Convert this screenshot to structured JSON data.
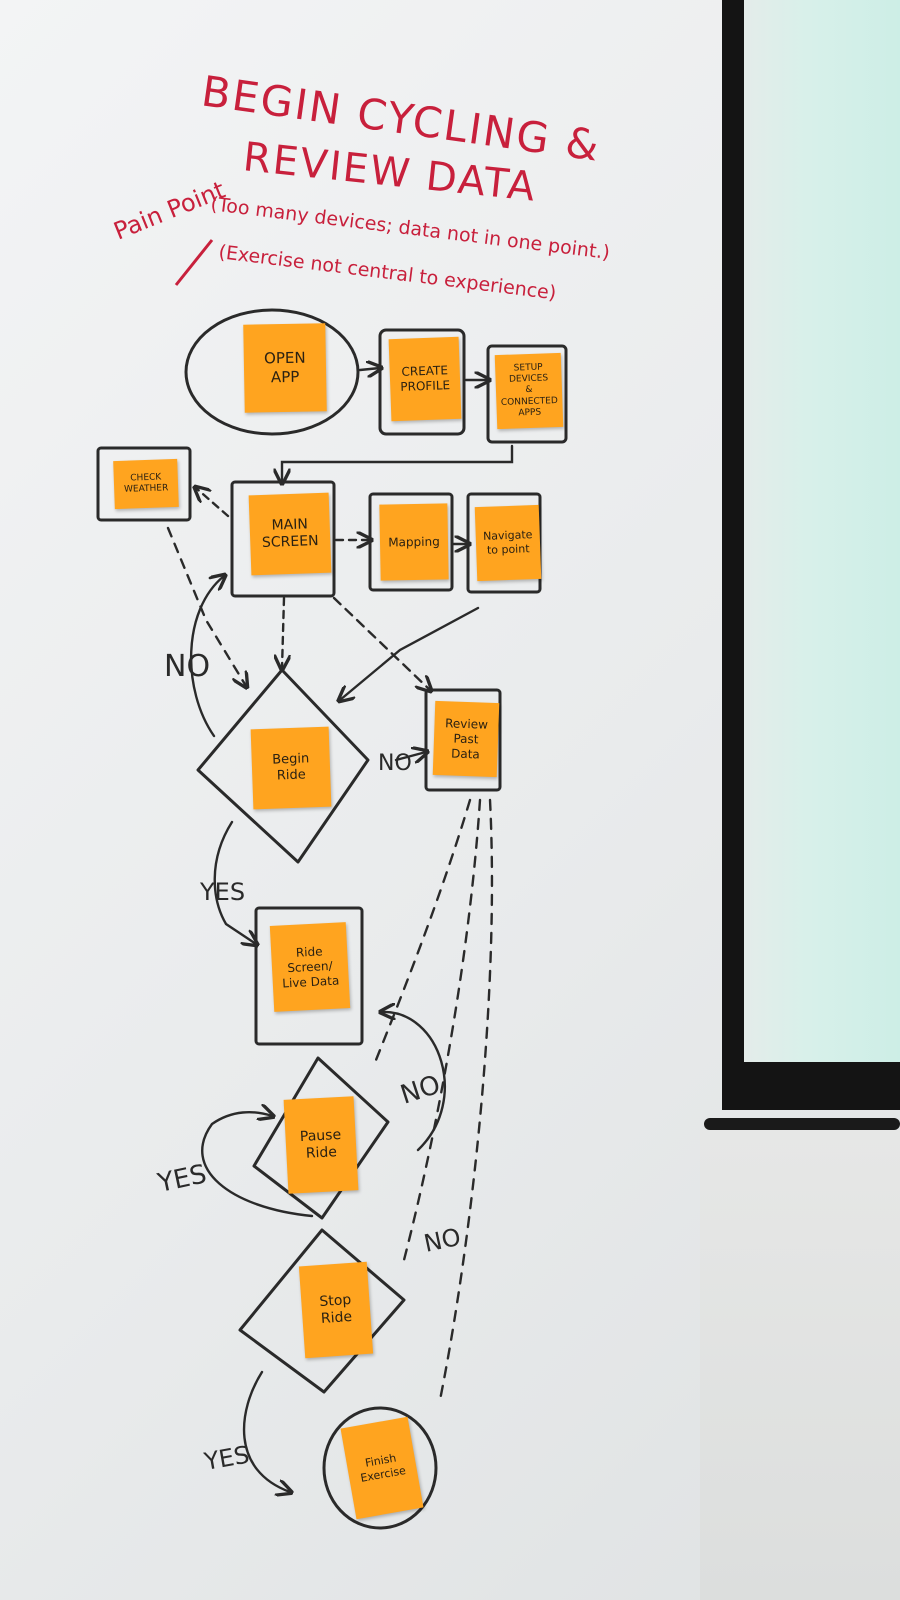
{
  "title": {
    "line1": "BEGIN CYCLING &",
    "line2": "REVIEW DATA"
  },
  "pain_points": {
    "label": "Pain Point",
    "item1": "(Too many devices; data not in one point.)",
    "item2": "(Exercise not central to experience)"
  },
  "notes": {
    "open_app": "OPEN\nAPP",
    "create_profile": "CREATE\nPROFILE",
    "setup_devices": "SETUP\nDEVICES\n& CONNECTED\nAPPS",
    "check_weather": "CHECK\nWEATHER",
    "main_screen": "MAIN\nSCREEN",
    "mapping": "Mapping",
    "navigate": "Navigate\nto point",
    "begin_ride": "Begin\nRide",
    "review_past_data": "Review\nPast\nData",
    "ride_screen": "Ride\nScreen/\nLive Data",
    "pause_ride": "Pause\nRide",
    "stop_ride": "Stop\nRide",
    "finish_exercise": "Finish\nExercise"
  },
  "labels": {
    "no_main": "NO",
    "no_review": "NO",
    "yes_begin": "YES",
    "no_pause": "NO",
    "yes_pause": "YES",
    "no_stop": "NO",
    "yes_stop": "YES"
  },
  "colors": {
    "marker_red": "#c8203c",
    "marker_black": "#2a2a2a",
    "sticky_orange": "#ffa41f"
  }
}
